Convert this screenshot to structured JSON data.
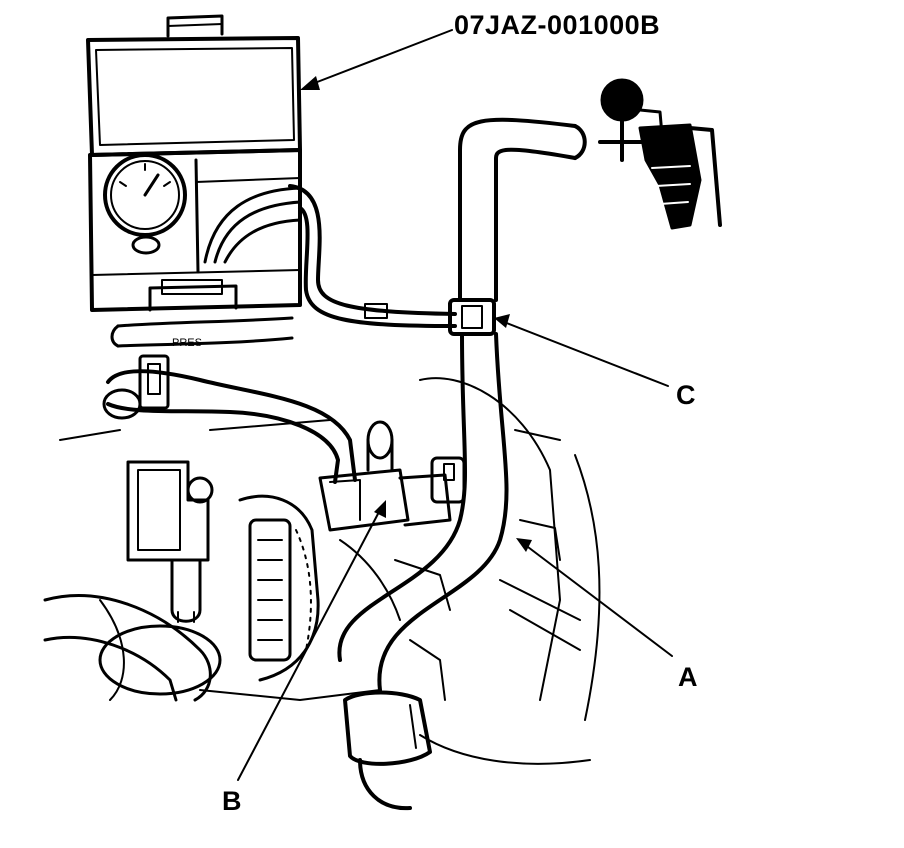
{
  "callouts": {
    "part_number": "07JAZ-001000B",
    "label_a": "A",
    "label_b": "B",
    "label_c": "C"
  },
  "hose_stamp": "PRES",
  "colors": {
    "ink": "#000000",
    "paper": "#ffffff"
  }
}
